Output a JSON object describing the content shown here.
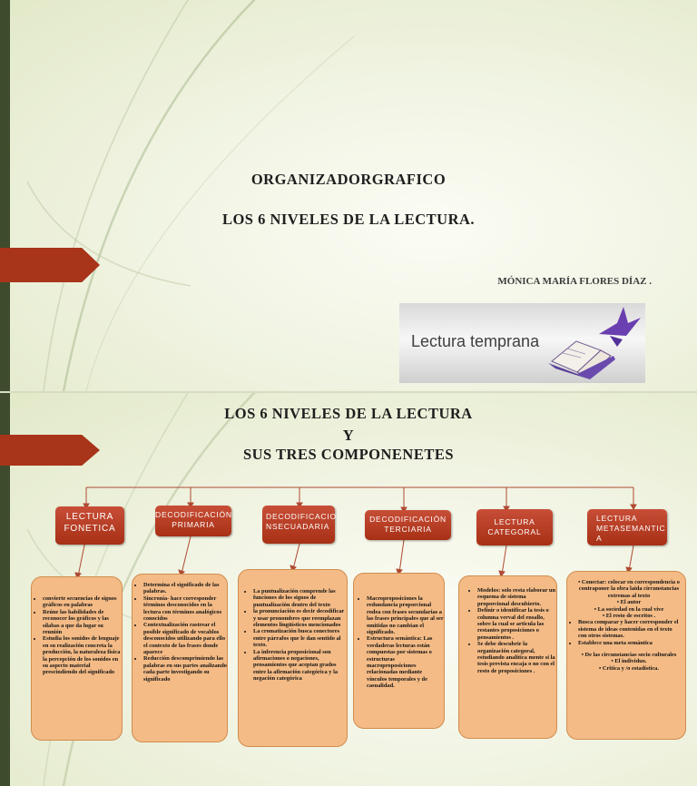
{
  "slide1": {
    "title_line1": "ORGANIZADORGRAFICO",
    "title_line2": "LOS 6 NIVELES DE LA LECTURA.",
    "author": "MÓNICA MARÍA FLORES DÍAZ .",
    "banner_text": "Lectura temprana"
  },
  "slide2": {
    "title_line1": "LOS 6 NIVELES DE LA LECTURA",
    "title_line2": "Y",
    "title_line3": "SUS TRES COMPONENETES",
    "headers": [
      {
        "line1": "LECTURA",
        "line2": "FONETICA"
      },
      {
        "line1": "DECODIFICACIÓN",
        "line2": "PRIMARIA"
      },
      {
        "line1": "DECODIFICACIO",
        "line2": "NSECUADARIA"
      },
      {
        "line1": "DECODIFICACIÓN",
        "line2": "TERCIARIA"
      },
      {
        "line1": "LECTURA",
        "line2": "CATEGORAL"
      },
      {
        "line1": "LECTURA",
        "line2": "METASEMANTIC",
        "line3": "A"
      }
    ],
    "col1": [
      "convierte secuencias de signos gráficos en palabras",
      "Reúne las habilidades de reconocer los gráficos y las sílabas a que da lugar su reunión",
      "Estudia los sonidos de lenguaje  en su realización  concreta la producción, la naturaleza física la percepción de los sonidos en su aspecto material  prescindiendo del  significado"
    ],
    "col2": [
      "Determina  el significado de las palabras.",
      "Sincronía- hace corresponder  términos desconocidos en la lectura con términos analógicos conocidos",
      "Contextualización rastrear el posible significado de vocablos desconocidos utilizando para ello el contexto de las frases donde aparece",
      "Reducción descomprimiendo las palabras en sus partes analizando cada parte investigando su significado"
    ],
    "col3": [
      "La puntualización comprende las funciones de los signos de puntualización dentro del texto",
      " la pronunciación  es decir decodificar y usar pronombres que reemplazan elementos lingüísticos mencionados",
      "La cromatización  busca conectores  entre párrafos que le dan sentido  al texto.",
      "La inferencia  proposicional son afirmaciones o negaciones, pensamientos que aceptan grados entre la afirmación categórica y la negación  categórica"
    ],
    "col4": [
      "Macroproposiciones la redundancia proporcional rodea con frases secundarias a las frases principales que al ser omitidas no cambian el significado.",
      "Estructura semántica: Las verdaderas lecturas están compuestas por sistemas o estructuras macroproposiciones relacionadas mediante vínculos  temporales y de casualidad."
    ],
    "col5": [
      "Modelos: solo resta elaborar un esquema de sistema proporcional descubierto.",
      "Definir o identificar la tesis o columna verval del ensallo, sobre la cual  se articula las restantes proposiciones o pensamientos .",
      "Se debe descubrir la organización categoral, estudiando analítica mente si la tesis prevista encaja o no con el resto de proposiciones ."
    ],
    "col6": [
      "Conectar: colocar en correspondencia o contraponer la obra  laida circunstancias extremas al texto",
      "El autor",
      "La sociedad en la cual vive",
      "El resto de escritos .",
      "Busca comparar y hacer corresponder el sistema de ideas  contenidas en el texto con otros sistemas.",
      "Establece  una meta semántica",
      "De las circunstancias socio culturales",
      "El individuo.",
      "Critica  y /o estadística."
    ]
  }
}
